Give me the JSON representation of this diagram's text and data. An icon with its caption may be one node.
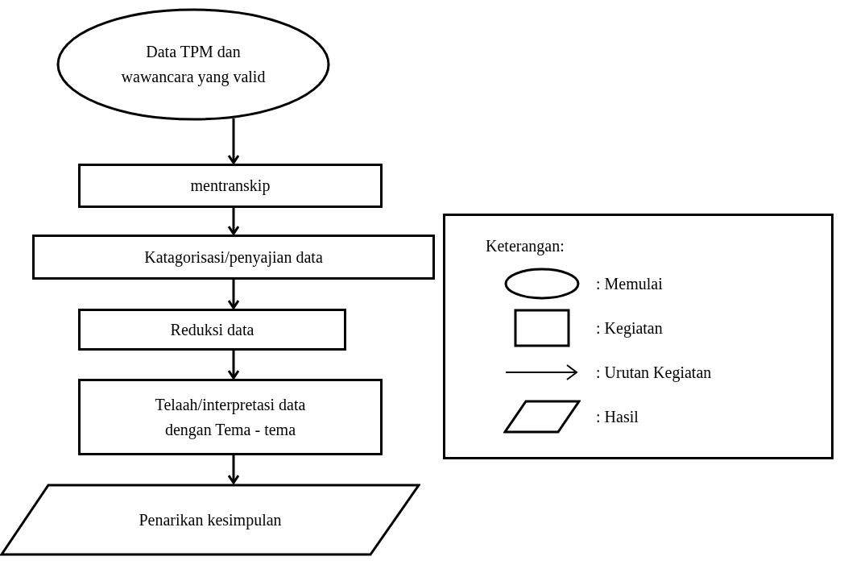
{
  "diagram": {
    "nodes": [
      {
        "text": [
          "Data TPM dan wawancara yang valid"
        ]
      },
      {
        "text": [
          "mentranskip"
        ]
      },
      {
        "text": [
          "Katagorisasi/penyajian data"
        ]
      },
      {
        "text": [
          "Reduksi data"
        ]
      },
      {
        "text": [
          "Telaah/interpretasi data dengan Tema - tema"
        ]
      },
      {
        "text": [
          "Penarikan kesimpulan"
        ]
      }
    ],
    "edges": [
      {
        "from": 0,
        "to": 1,
        "arrow": "to"
      },
      {
        "from": 1,
        "to": 2,
        "arrow": "to"
      },
      {
        "from": 2,
        "to": 3,
        "arrow": "to"
      },
      {
        "from": 3,
        "to": 4,
        "arrow": "to"
      },
      {
        "from": 4,
        "to": 5,
        "arrow": "to"
      }
    ],
    "labels": [
      "Keterangan:"
    ],
    "legend": [
      {
        "text": ": Memulai"
      },
      {
        "text": ": Kegiatan"
      },
      {
        "text": ": Urutan Kegiatan"
      },
      {
        "text": ": Hasil"
      }
    ]
  }
}
